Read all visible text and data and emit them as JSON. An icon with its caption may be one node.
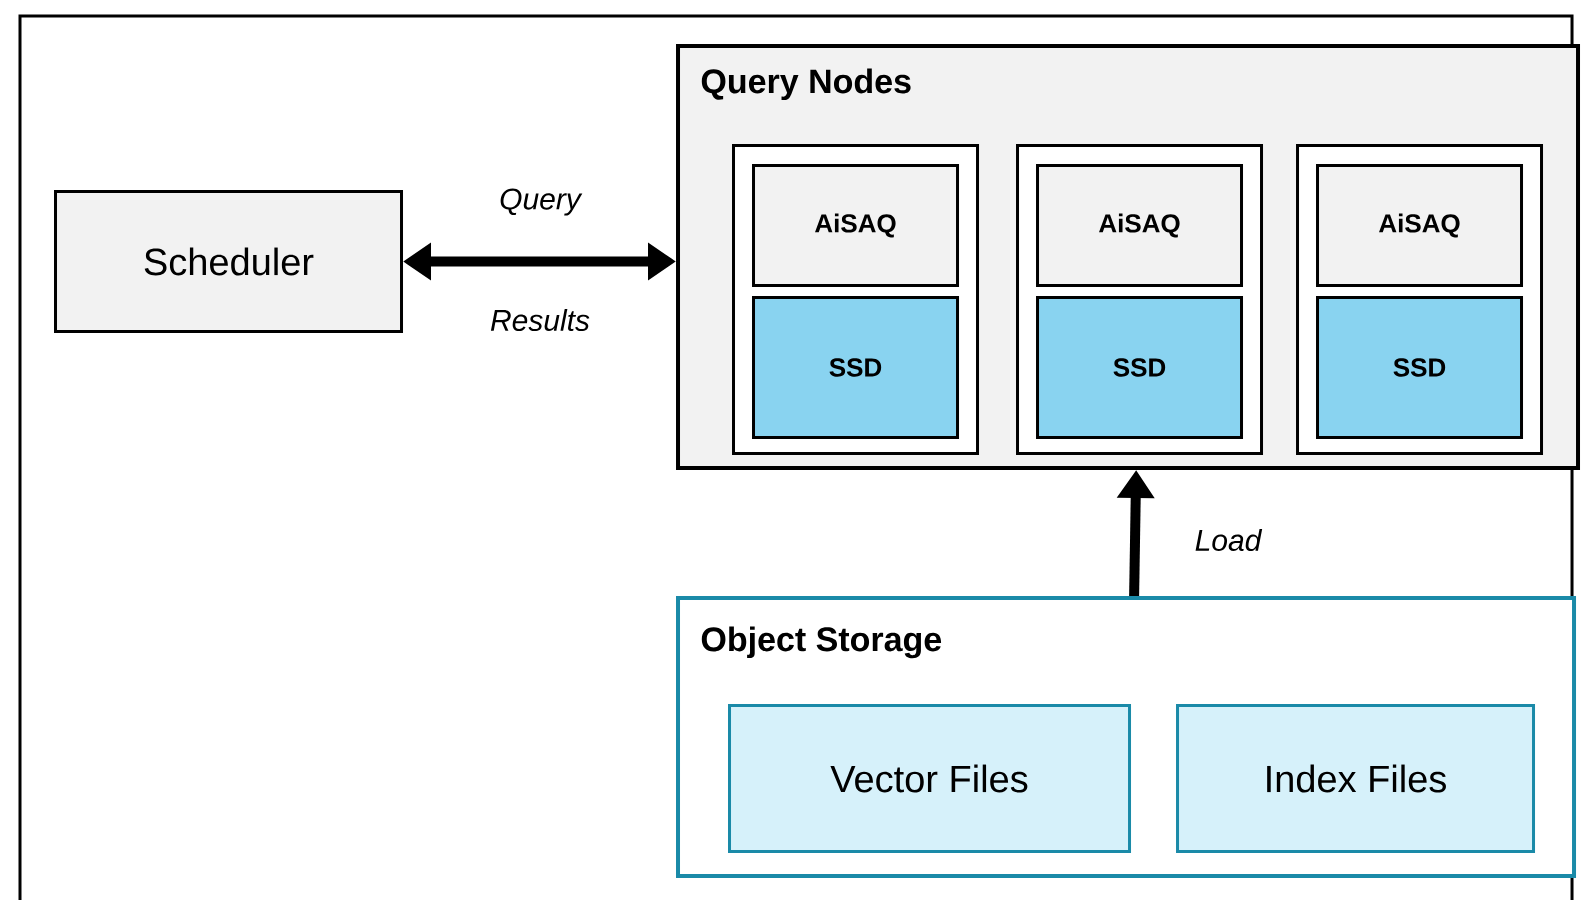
{
  "diagram": {
    "nodes": [
      {
        "text": [
          "Scheduler"
        ]
      },
      {
        "text": [
          "Query Nodes"
        ]
      },
      {
        "text": [],
        "shape": "box",
        "in": 1
      },
      {
        "text": [
          "AiSAQ"
        ],
        "in": 2
      },
      {
        "text": [
          "SSD"
        ],
        "in": 2
      },
      {
        "text": [],
        "shape": "box",
        "in": 1
      },
      {
        "text": [
          "AiSAQ"
        ],
        "in": 5
      },
      {
        "text": [
          "SSD"
        ],
        "in": 5
      },
      {
        "text": [],
        "shape": "box",
        "in": 1
      },
      {
        "text": [
          "AiSAQ"
        ],
        "in": 8
      },
      {
        "text": [
          "SSD"
        ],
        "in": 8
      },
      {
        "text": [
          "Object Storage"
        ]
      },
      {
        "text": [
          "Vector Files"
        ],
        "in": 11
      },
      {
        "text": [
          "Index Files"
        ],
        "in": 11
      }
    ],
    "edges": [
      {
        "from": 0,
        "to": 1,
        "arrow": "both",
        "label": "Query"
      },
      {
        "from": 11,
        "to": 1,
        "arrow": "to",
        "label": "Load"
      }
    ],
    "labels": [
      "Results"
    ]
  }
}
